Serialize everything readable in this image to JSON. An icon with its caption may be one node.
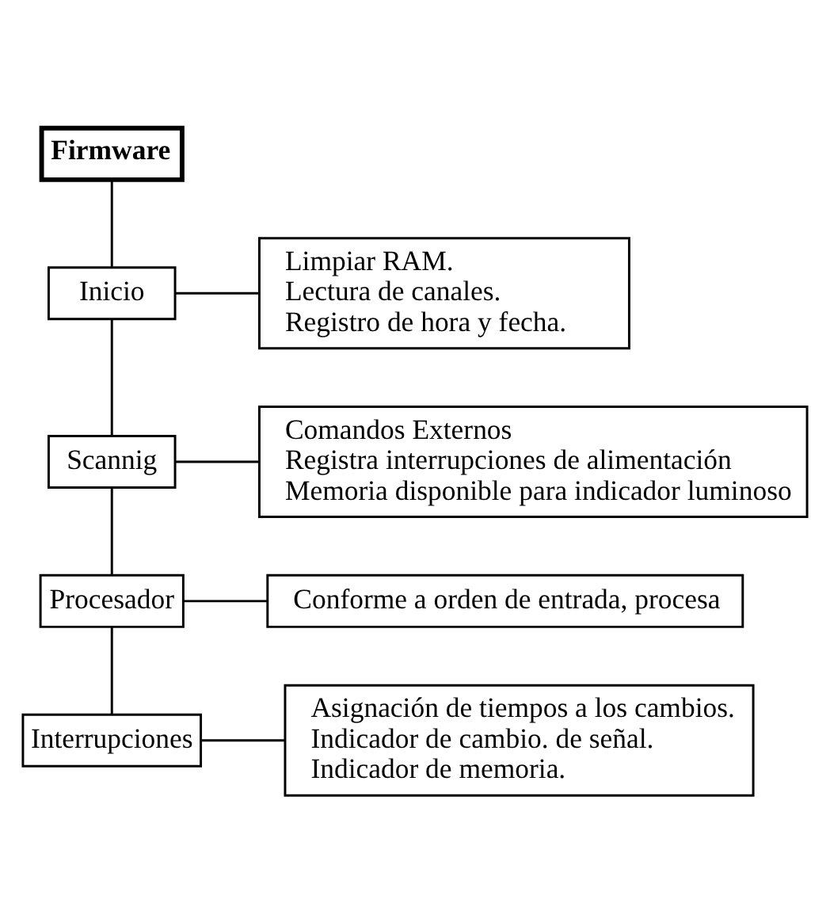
{
  "diagram": {
    "nodes": [
      {
        "text": [
          "Firmware"
        ]
      },
      {
        "text": [
          "Inicio"
        ]
      },
      {
        "text": [
          "Limpiar RAM.",
          "Lectura de canales.",
          "Registro de hora y fecha."
        ]
      },
      {
        "text": [
          "Scannig"
        ]
      },
      {
        "text": [
          "Comandos Externos",
          "Registra interrupciones de alimentación",
          "Memoria disponible para indicador luminoso"
        ]
      },
      {
        "text": [
          "Procesador"
        ]
      },
      {
        "text": [
          "Conforme a orden de entrada, procesa"
        ]
      },
      {
        "text": [
          "Interrupciones"
        ]
      },
      {
        "text": [
          "Asignación de tiempos a los cambios.",
          "Indicador de cambio. de señal.",
          "Indicador de memoria."
        ]
      }
    ],
    "edges": [
      {
        "from": 0,
        "to": 1,
        "arrow": "none"
      },
      {
        "from": 1,
        "to": 3,
        "arrow": "none"
      },
      {
        "from": 3,
        "to": 5,
        "arrow": "none"
      },
      {
        "from": 5,
        "to": 7,
        "arrow": "none"
      },
      {
        "from": 1,
        "to": 2,
        "arrow": "none"
      },
      {
        "from": 3,
        "to": 4,
        "arrow": "none"
      },
      {
        "from": 5,
        "to": 6,
        "arrow": "none"
      },
      {
        "from": 7,
        "to": 8,
        "arrow": "none"
      }
    ]
  }
}
